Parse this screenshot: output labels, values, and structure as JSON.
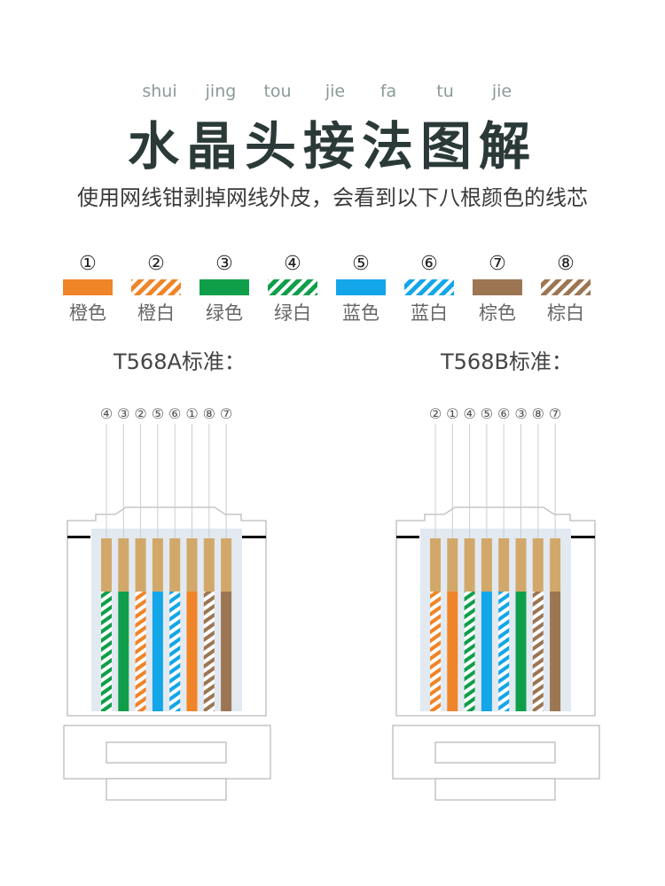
{
  "header": {
    "pinyin": [
      "shui",
      "jing",
      "tou",
      "jie",
      "fa",
      "tu",
      "jie"
    ],
    "title": "水晶头接法图解",
    "subtitle": "使用网线钳剥掉网线外皮，会看到以下八根颜色的线芯"
  },
  "colors": {
    "orange": "#f08428",
    "green": "#0f9f4a",
    "blue": "#13a6e8",
    "brown": "#9c7652",
    "gold": "#d2a86a",
    "panel": "#e2e9f0"
  },
  "legend": [
    {
      "num": "①",
      "label": "橙色",
      "color": "orange",
      "striped": false
    },
    {
      "num": "②",
      "label": "橙白",
      "color": "orange",
      "striped": true
    },
    {
      "num": "③",
      "label": "绿色",
      "color": "green",
      "striped": false
    },
    {
      "num": "④",
      "label": "绿白",
      "color": "green",
      "striped": true
    },
    {
      "num": "⑤",
      "label": "蓝色",
      "color": "blue",
      "striped": false
    },
    {
      "num": "⑥",
      "label": "蓝白",
      "color": "blue",
      "striped": true
    },
    {
      "num": "⑦",
      "label": "棕色",
      "color": "brown",
      "striped": false
    },
    {
      "num": "⑧",
      "label": "棕白",
      "color": "brown",
      "striped": true
    }
  ],
  "standards": [
    {
      "label": "T568A标准：",
      "order": [
        4,
        3,
        2,
        5,
        6,
        1,
        8,
        7
      ]
    },
    {
      "label": "T568B标准：",
      "order": [
        2,
        1,
        4,
        5,
        6,
        3,
        8,
        7
      ]
    }
  ]
}
